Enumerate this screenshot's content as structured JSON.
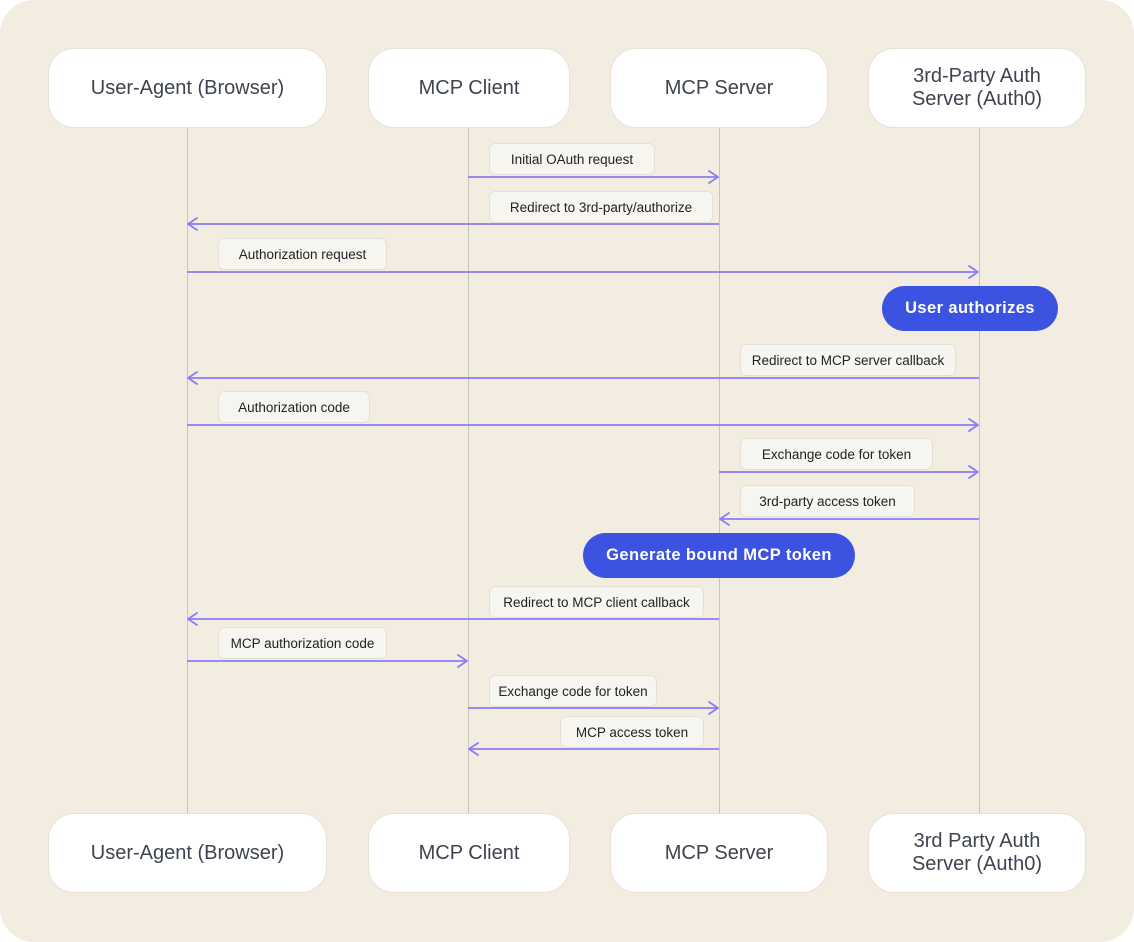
{
  "participants_top": [
    {
      "label": "User-Agent (Browser)"
    },
    {
      "label": "MCP Client"
    },
    {
      "label": "MCP Server"
    },
    {
      "label": "3rd-Party Auth\nServer (Auth0)"
    }
  ],
  "participants_bottom": [
    {
      "label": "User-Agent (Browser)"
    },
    {
      "label": "MCP Client"
    },
    {
      "label": "MCP Server"
    },
    {
      "label": "3rd Party Auth\nServer (Auth0)"
    }
  ],
  "messages": [
    {
      "label": "Initial OAuth request",
      "from": 1,
      "to": 2
    },
    {
      "label": "Redirect to 3rd-party/authorize",
      "from": 2,
      "to": 0
    },
    {
      "label": "Authorization request",
      "from": 0,
      "to": 3
    },
    {
      "label": "Redirect to MCP server callback",
      "from": 3,
      "to": 0
    },
    {
      "label": "Authorization code",
      "from": 0,
      "to": 3
    },
    {
      "label": "Exchange code for token",
      "from": 2,
      "to": 3
    },
    {
      "label": "3rd-party access token",
      "from": 3,
      "to": 2
    },
    {
      "label": "Redirect to MCP client callback",
      "from": 2,
      "to": 0
    },
    {
      "label": "MCP authorization code",
      "from": 0,
      "to": 1
    },
    {
      "label": "Exchange code for token",
      "from": 1,
      "to": 2
    },
    {
      "label": "MCP access token",
      "from": 2,
      "to": 1
    }
  ],
  "actions": [
    {
      "label": "User authorizes",
      "participant": 3
    },
    {
      "label": "Generate bound MCP token",
      "participant": 2
    }
  ],
  "colors": {
    "background": "#f3ede1",
    "arrow": "#8b7cf6",
    "action_pill": "#3c52e0",
    "lifeline": "#c9c4bb"
  }
}
